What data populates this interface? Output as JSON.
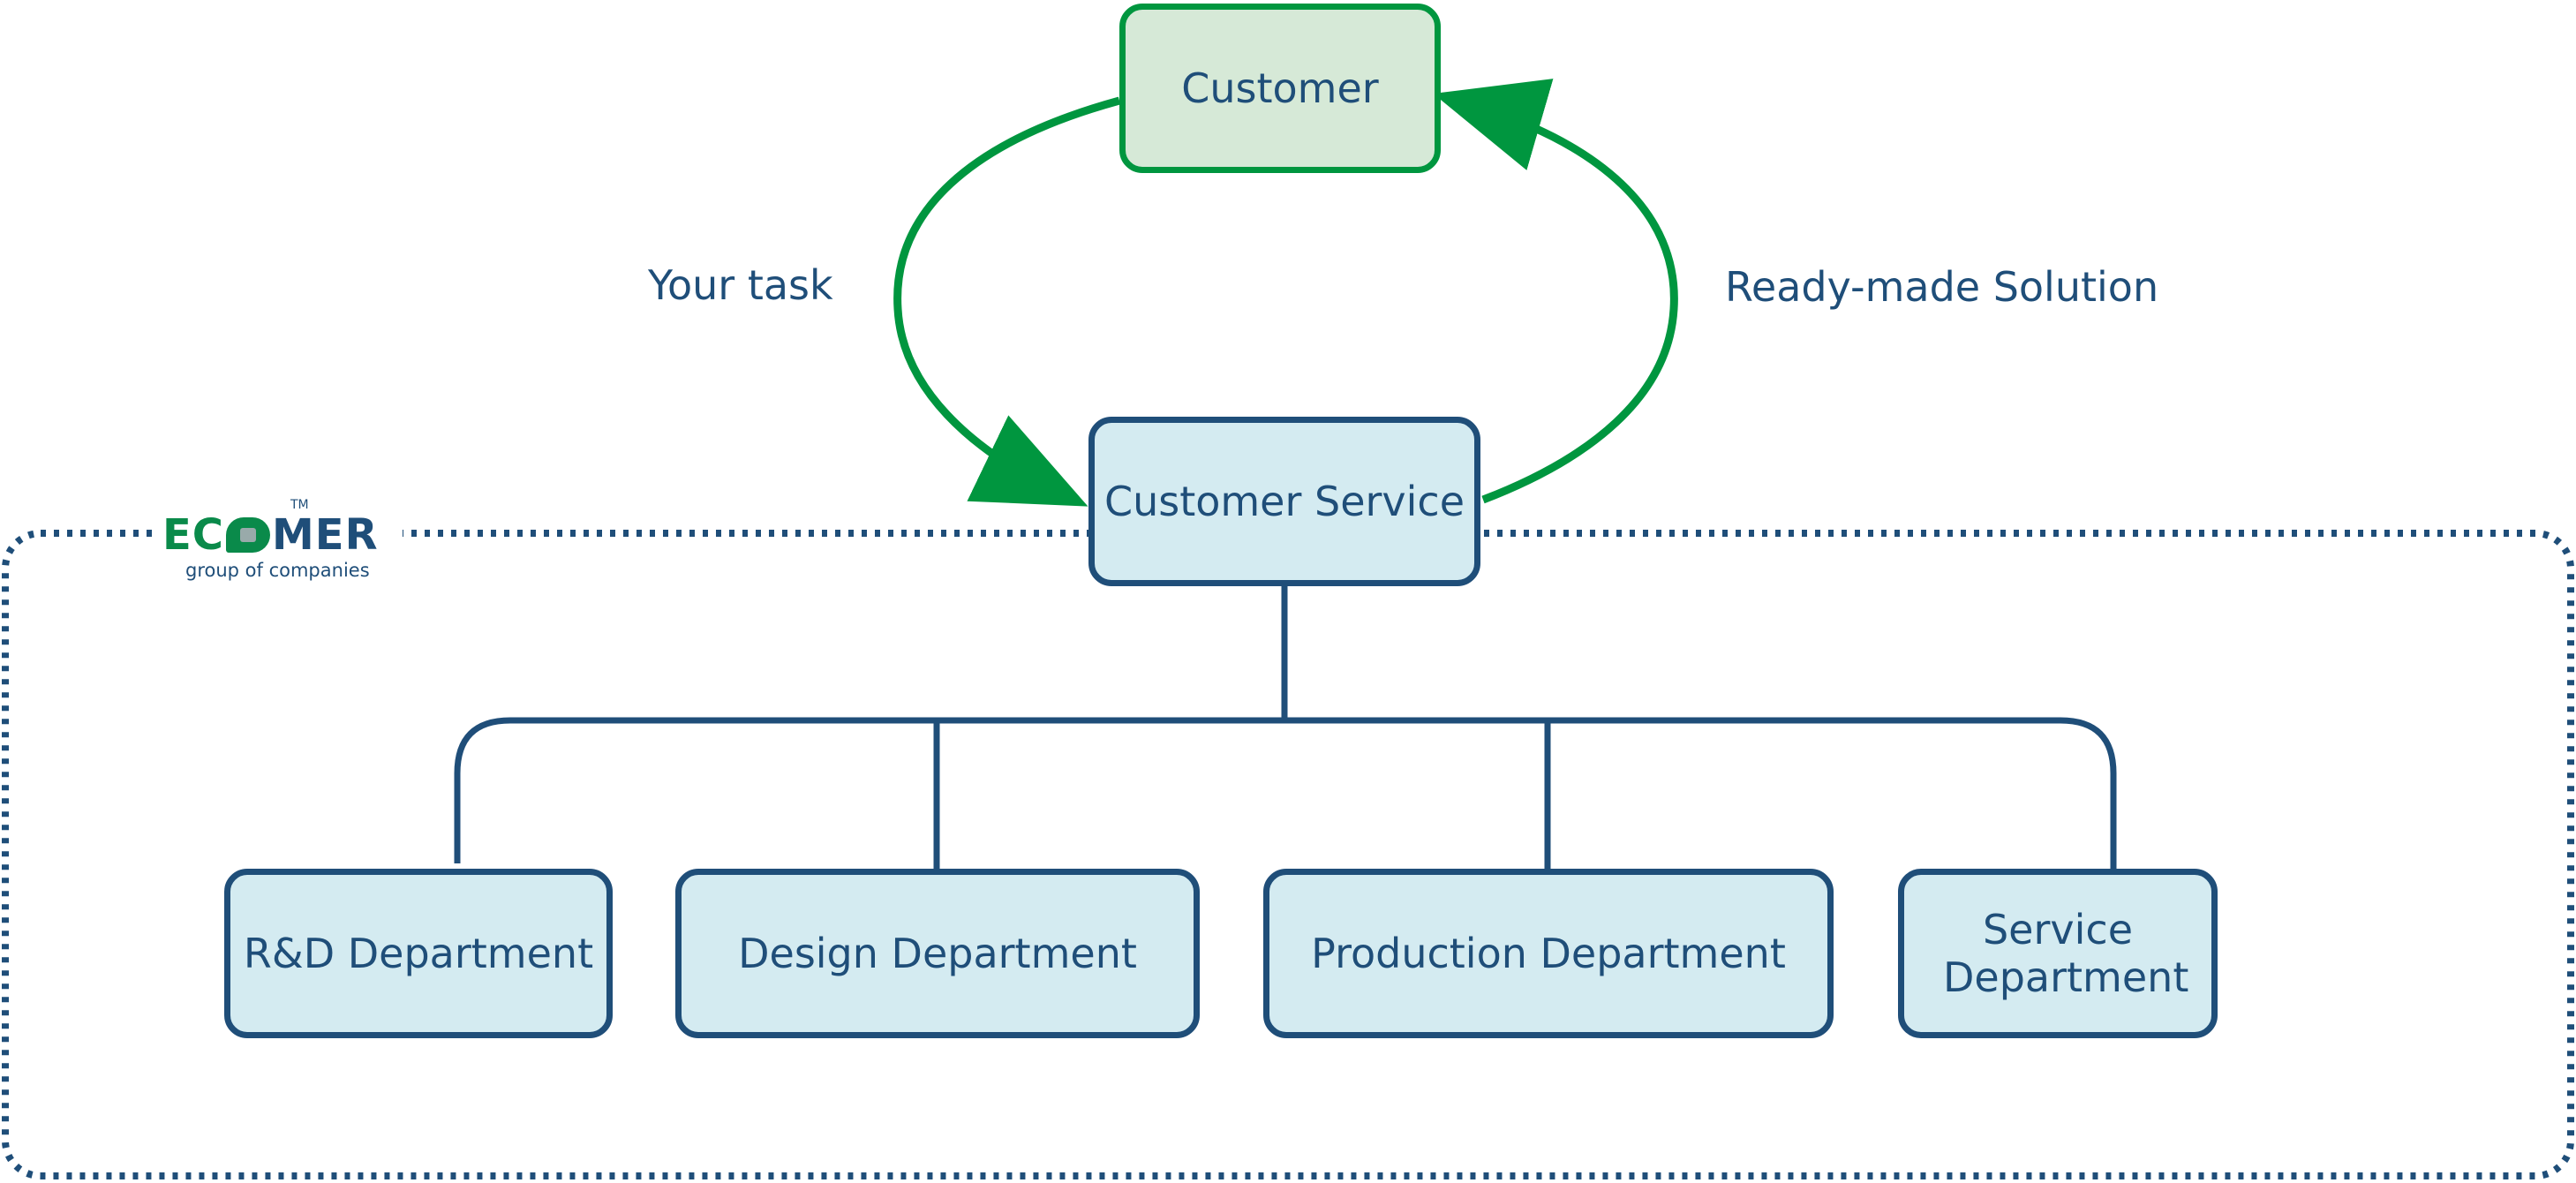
{
  "colors": {
    "navy": "#1f4e79",
    "green": "#00963f",
    "blue_fill": "#d4ebf1",
    "green_fill": "#d6e9d7"
  },
  "nodes": {
    "customer": "Customer",
    "customer_service": "Customer Service",
    "rd": "R&D Department",
    "design": "Design Department",
    "production": "Production Department",
    "service": "Service Department"
  },
  "edges": {
    "left_label": "Your task",
    "right_label": "Ready-made Solution"
  },
  "logo": {
    "word_left": "EC",
    "word_right": "MER",
    "tm": "TM",
    "subtitle": "group of companies"
  }
}
